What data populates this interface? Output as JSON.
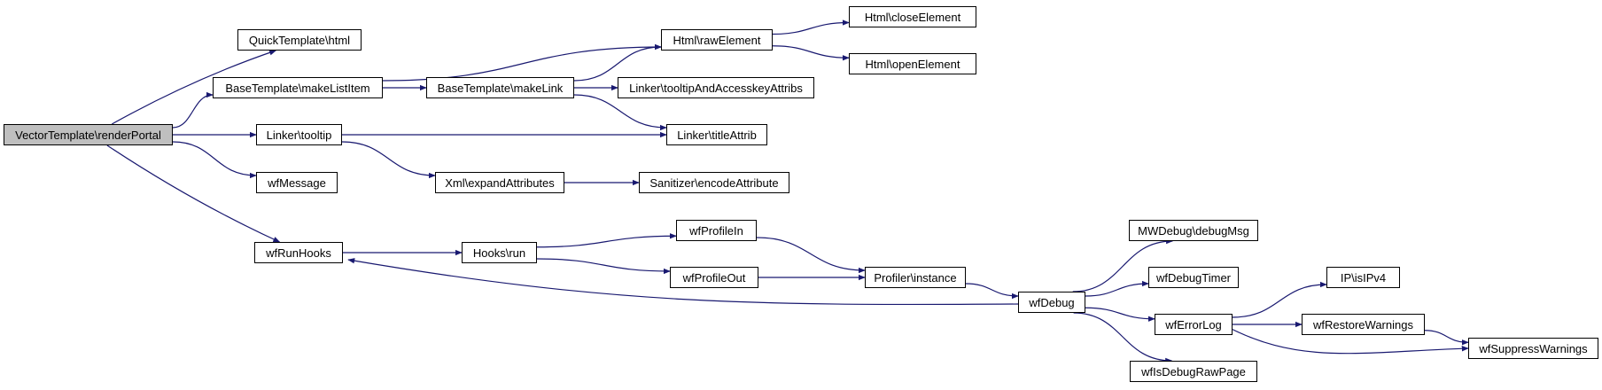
{
  "graph": {
    "root_color": "#bfbfbf",
    "edge_color": "#191970",
    "nodes": [
      {
        "id": "n_root",
        "label": "VectorTemplate\\renderPortal",
        "root": true
      },
      {
        "id": "n_qt_html",
        "label": "QuickTemplate\\html"
      },
      {
        "id": "n_bt_makelistitem",
        "label": "BaseTemplate\\makeListItem"
      },
      {
        "id": "n_linker_tooltip",
        "label": "Linker\\tooltip"
      },
      {
        "id": "n_wfmessage",
        "label": "wfMessage"
      },
      {
        "id": "n_wfrunhooks",
        "label": "wfRunHooks"
      },
      {
        "id": "n_html_rawelement",
        "label": "Html\\rawElement"
      },
      {
        "id": "n_bt_makelink",
        "label": "BaseTemplate\\makeLink"
      },
      {
        "id": "n_linker_titleattrib",
        "label": "Linker\\titleAttrib"
      },
      {
        "id": "n_xml_expandattributes",
        "label": "Xml\\expandAttributes"
      },
      {
        "id": "n_hooks_run",
        "label": "Hooks\\run"
      },
      {
        "id": "n_html_closeelement",
        "label": "Html\\closeElement"
      },
      {
        "id": "n_html_openelement",
        "label": "Html\\openElement"
      },
      {
        "id": "n_linker_tooltipaccesskey",
        "label": "Linker\\tooltipAndAccesskeyAttribs"
      },
      {
        "id": "n_sanitizer_encodeattribute",
        "label": "Sanitizer\\encodeAttribute"
      },
      {
        "id": "n_wfprofilein",
        "label": "wfProfileIn"
      },
      {
        "id": "n_wfprofileout",
        "label": "wfProfileOut"
      },
      {
        "id": "n_profiler_instance",
        "label": "Profiler\\instance"
      },
      {
        "id": "n_wfdebug",
        "label": "wfDebug"
      },
      {
        "id": "n_mwdebug_debugmsg",
        "label": "MWDebug\\debugMsg"
      },
      {
        "id": "n_wfdebugtimer",
        "label": "wfDebugTimer"
      },
      {
        "id": "n_wferrorlog",
        "label": "wfErrorLog"
      },
      {
        "id": "n_wfisdebugrawpage",
        "label": "wfIsDebugRawPage"
      },
      {
        "id": "n_ip_isipv4",
        "label": "IP\\isIPv4"
      },
      {
        "id": "n_wfrestorewarnings",
        "label": "wfRestoreWarnings"
      },
      {
        "id": "n_wfsuppresswarnings",
        "label": "wfSuppressWarnings"
      }
    ],
    "edges": [
      [
        "n_root",
        "n_qt_html"
      ],
      [
        "n_root",
        "n_bt_makelistitem"
      ],
      [
        "n_root",
        "n_linker_tooltip"
      ],
      [
        "n_root",
        "n_wfmessage"
      ],
      [
        "n_root",
        "n_wfrunhooks"
      ],
      [
        "n_bt_makelistitem",
        "n_html_rawelement"
      ],
      [
        "n_bt_makelistitem",
        "n_bt_makelink"
      ],
      [
        "n_bt_makelink",
        "n_html_rawelement"
      ],
      [
        "n_bt_makelink",
        "n_linker_tooltipaccesskey"
      ],
      [
        "n_bt_makelink",
        "n_linker_titleattrib"
      ],
      [
        "n_html_rawelement",
        "n_html_closeelement"
      ],
      [
        "n_html_rawelement",
        "n_html_openelement"
      ],
      [
        "n_linker_tooltip",
        "n_linker_titleattrib"
      ],
      [
        "n_linker_tooltip",
        "n_xml_expandattributes"
      ],
      [
        "n_xml_expandattributes",
        "n_sanitizer_encodeattribute"
      ],
      [
        "n_wfrunhooks",
        "n_hooks_run"
      ],
      [
        "n_hooks_run",
        "n_wfprofilein"
      ],
      [
        "n_hooks_run",
        "n_wfprofileout"
      ],
      [
        "n_wfprofilein",
        "n_profiler_instance"
      ],
      [
        "n_wfprofileout",
        "n_profiler_instance"
      ],
      [
        "n_profiler_instance",
        "n_wfdebug"
      ],
      [
        "n_wfdebug",
        "n_wfrunhooks"
      ],
      [
        "n_wfdebug",
        "n_mwdebug_debugmsg"
      ],
      [
        "n_wfdebug",
        "n_wfdebugtimer"
      ],
      [
        "n_wfdebug",
        "n_wferrorlog"
      ],
      [
        "n_wfdebug",
        "n_wfisdebugrawpage"
      ],
      [
        "n_wferrorlog",
        "n_ip_isipv4"
      ],
      [
        "n_wferrorlog",
        "n_wfrestorewarnings"
      ],
      [
        "n_wferrorlog",
        "n_wfsuppresswarnings"
      ],
      [
        "n_wfrestorewarnings",
        "n_wfsuppresswarnings"
      ]
    ]
  }
}
